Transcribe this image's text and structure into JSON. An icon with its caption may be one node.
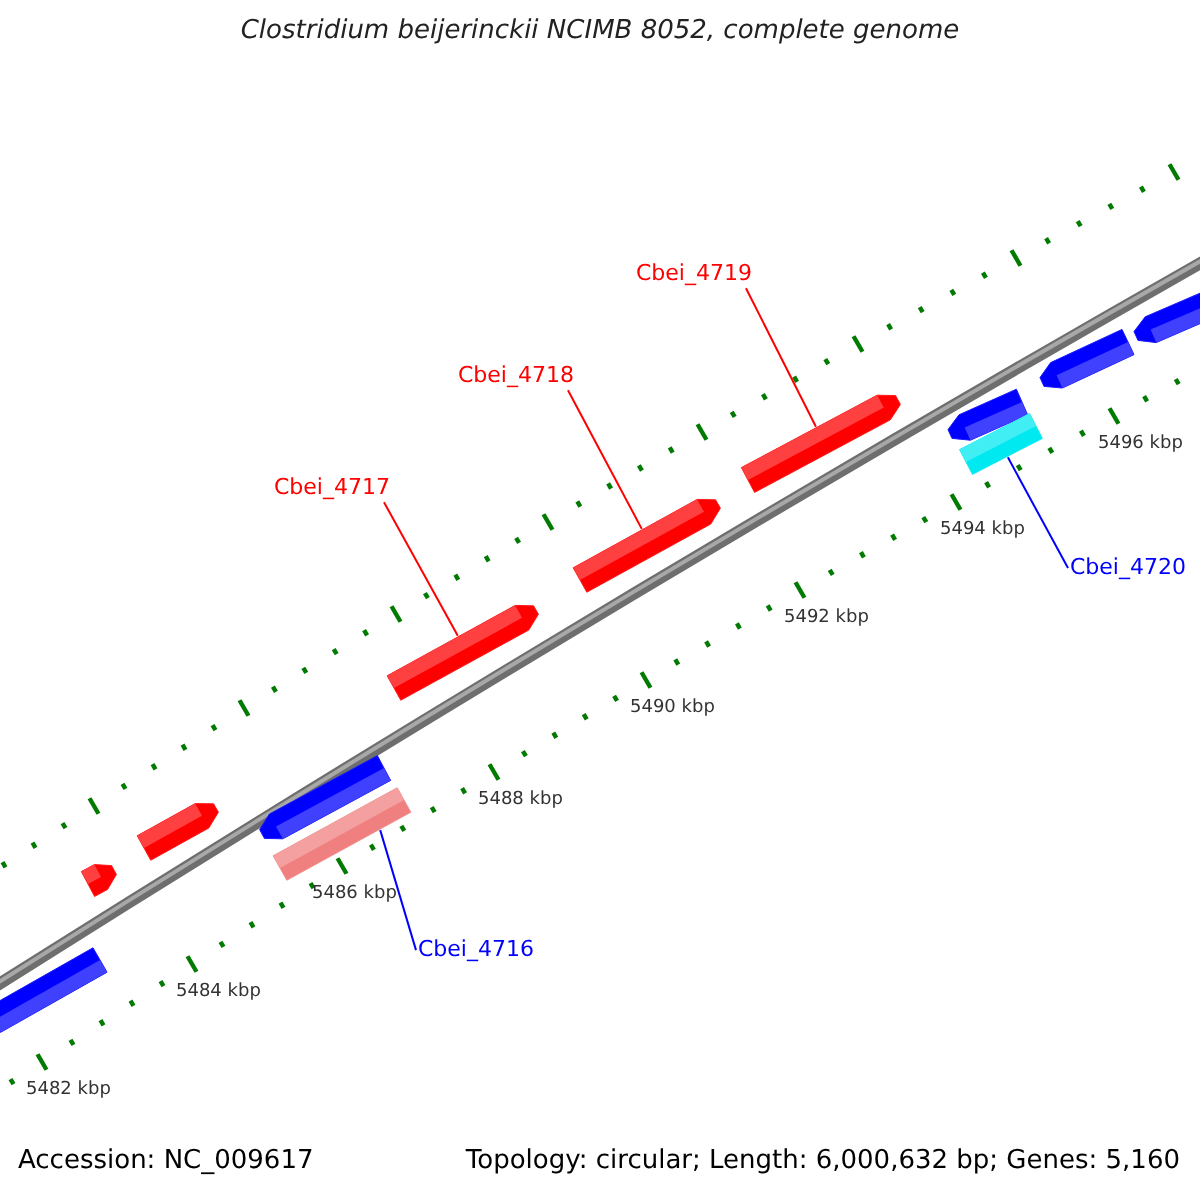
{
  "diagram": {
    "title": "Clostridium beijerinckii NCIMB 8052, complete genome",
    "nodes": [
      {
        "text": [
          "Cbei_4719"
        ]
      },
      {
        "text": [
          "Cbei_4718"
        ]
      },
      {
        "text": [
          "Cbei_4717"
        ]
      },
      {
        "text": [
          "Cbei_4720"
        ]
      },
      {
        "text": [
          "Cbei_4716"
        ]
      },
      {
        "text": [],
        "shape": "arrow"
      },
      {
        "text": [],
        "shape": "arrow"
      },
      {
        "text": [],
        "shape": "arrow"
      },
      {
        "text": [],
        "shape": "bar"
      },
      {
        "text": [],
        "shape": "bar"
      }
    ],
    "edges": [
      {
        "from": 0,
        "to": 5,
        "arrow": "none"
      },
      {
        "from": 1,
        "to": 6,
        "arrow": "none"
      },
      {
        "from": 2,
        "to": 7,
        "arrow": "none"
      },
      {
        "from": 3,
        "to": 8,
        "arrow": "none",
        "color": "#0000ff"
      },
      {
        "from": 4,
        "to": 9,
        "arrow": "none",
        "color": "#0000ff"
      }
    ],
    "labels": [
      "5496 kbp",
      "5494 kbp",
      "5492 kbp",
      "5490 kbp",
      "5488 kbp",
      "5486 kbp",
      "5484 kbp",
      "5482 kbp",
      "Accession: NC_009617",
      "Topology: circular; Length: 6,000,632 bp; Genes: 5,160"
    ]
  }
}
